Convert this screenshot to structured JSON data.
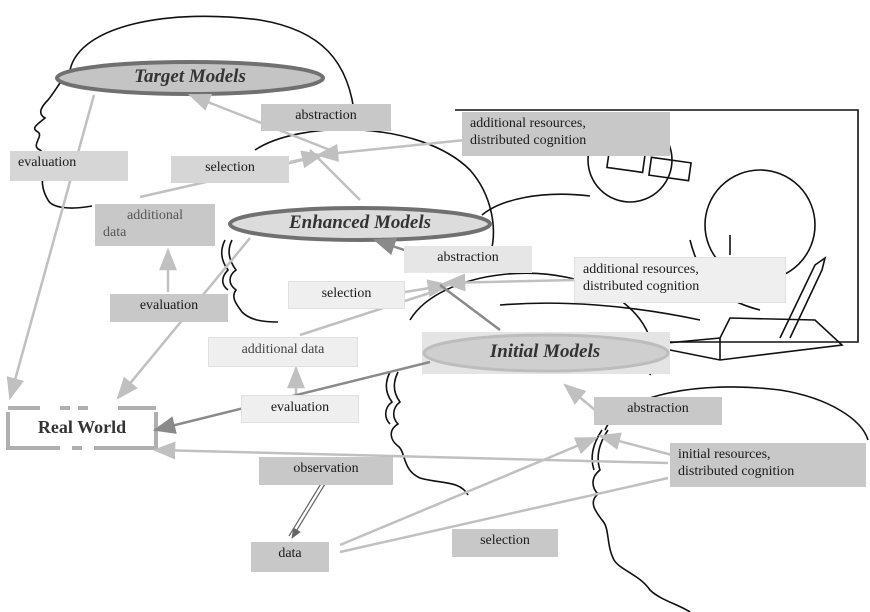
{
  "models": {
    "target": "Target Models",
    "enhanced": "Enhanced Models",
    "initial": "Initial Models"
  },
  "real_world": "Real World",
  "labels": {
    "evaluation_top": "evaluation",
    "abstraction_top": "abstraction",
    "selection_top": "selection",
    "additional_data_top": [
      "additional",
      "data"
    ],
    "evaluation_mid": "evaluation",
    "resources_top": [
      "additional resources,",
      "distributed cognition"
    ],
    "abstraction_mid": "abstraction",
    "selection_mid": "selection",
    "resources_mid": [
      "additional resources,",
      "distributed cognition"
    ],
    "additional_data_mid": "additional data",
    "evaluation_low": "evaluation",
    "abstraction_low": "abstraction",
    "resources_low": [
      "initial resources,",
      "distributed cognition"
    ],
    "observation": "observation",
    "data": "data",
    "selection_low": "selection"
  },
  "colors": {
    "arrow_light": "#c0c0c0",
    "arrow_dark": "#8a8a8a",
    "ellipse_stroke": "#707070"
  }
}
